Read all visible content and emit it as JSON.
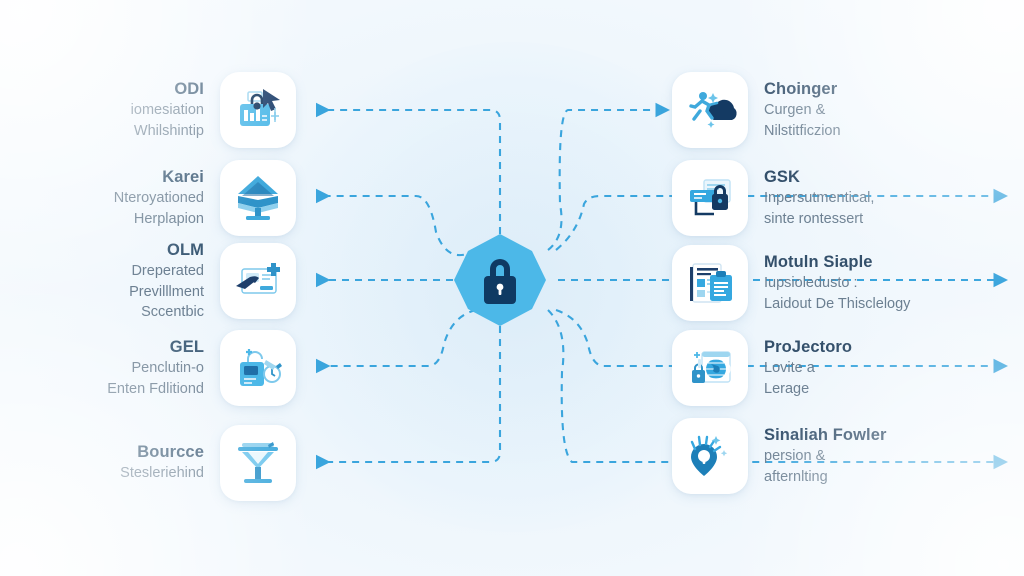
{
  "diagram": {
    "title_visible": false,
    "background_color": "#eef6fc",
    "accent_color": "#35a8e0",
    "dark_accent_color": "#123a63",
    "line_color": "#3aa5dd",
    "title_text_color": "#34506b",
    "sub_text_color": "#6b7f91",
    "hub": {
      "shape": "hexagon",
      "icon": "padlock-icon",
      "fill_color": "#4cb8e8",
      "icon_color": "#0f3a63"
    },
    "connector": {
      "style": "dashed",
      "arrow": "outward",
      "count": 10
    }
  },
  "left_nodes": [
    {
      "id": "node-l1",
      "icon": "id-badge-arrow-icon",
      "title": "ODI",
      "sub_lines": [
        "iomesiation",
        "Whilshintip"
      ]
    },
    {
      "id": "node-l2",
      "icon": "open-book-stand-icon",
      "title": "Karei",
      "sub_lines": [
        "Nteroyationed",
        "Herplapion"
      ]
    },
    {
      "id": "node-l3",
      "icon": "hand-medical-card-icon",
      "title": "OLM",
      "sub_lines": [
        "Dreperated",
        "Previlllment",
        "Sccentbic"
      ]
    },
    {
      "id": "node-l4",
      "icon": "lab-device-clock-icon",
      "title": "GEL",
      "sub_lines": [
        "Penclutin-o",
        "Enten Fdlitiond"
      ]
    },
    {
      "id": "node-l5",
      "icon": "funnel-filter-icon",
      "title": "Bourcce",
      "sub_lines": [
        "Stesleriehind"
      ]
    }
  ],
  "right_nodes": [
    {
      "id": "node-r1",
      "icon": "runner-cloud-icon",
      "title": "Choinger",
      "sub_lines": [
        "Curgen &",
        "Nilstitficzion"
      ]
    },
    {
      "id": "node-r2",
      "icon": "secure-window-lock-icon",
      "title": "GSK",
      "sub_lines": [
        "Inpersutmentical,",
        "sinte rontessert"
      ]
    },
    {
      "id": "node-r3",
      "icon": "document-clipboard-icon",
      "title": "Motuln Siaple",
      "sub_lines": [
        "Iupsioledusto :",
        "Laidout De Thisclelogy"
      ]
    },
    {
      "id": "node-r4",
      "icon": "globe-browser-lock-icon",
      "title": "ProJectoro",
      "sub_lines": [
        "Lovite a",
        "Lerage"
      ]
    },
    {
      "id": "node-r5",
      "icon": "location-pin-sparkle-icon",
      "title": "Sinaliah Fowler",
      "sub_lines": [
        "persion &",
        "afternlting"
      ]
    }
  ]
}
